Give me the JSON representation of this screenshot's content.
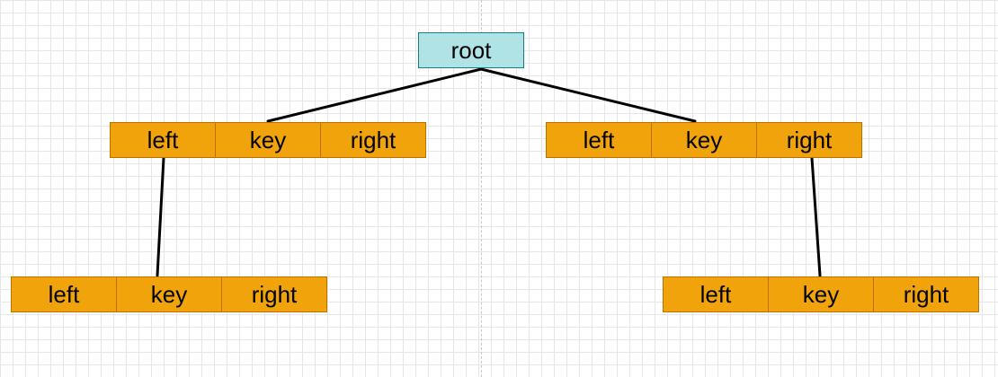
{
  "root": {
    "label": "root"
  },
  "nodes": {
    "left": {
      "left": "left",
      "key": "key",
      "right": "right"
    },
    "right": {
      "left": "left",
      "key": "key",
      "right": "right"
    },
    "left_child": {
      "left": "left",
      "key": "key",
      "right": "right"
    },
    "right_child": {
      "left": "left",
      "key": "key",
      "right": "right"
    }
  },
  "colors": {
    "root_fill": "#b0e3e6",
    "root_border": "#0e8088",
    "node_fill": "#f0a30a",
    "node_border": "#bd7000",
    "edge": "#000000"
  }
}
